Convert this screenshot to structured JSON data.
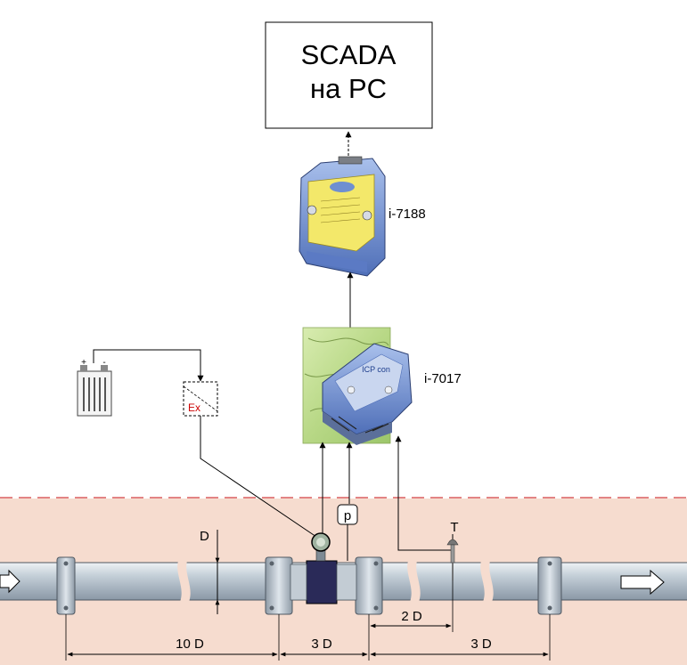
{
  "scada": {
    "line1": "SCADA",
    "line2": "на PC"
  },
  "devices": {
    "i7188": "i-7188",
    "i7017": "i-7017"
  },
  "device_brand": "ICP con",
  "battery": {
    "plus": "+",
    "minus": "-"
  },
  "barrier": {
    "label": "Ex"
  },
  "pressure_sensor": {
    "label": "p"
  },
  "temperature_sensor": {
    "label": "T"
  },
  "dimensions": {
    "diameter": "D",
    "upstream": "10 D",
    "meter_to_flange": "3 D",
    "to_temp": "2 D",
    "downstream": "3 D"
  },
  "colors": {
    "ground": "#f6dccf",
    "pipe": "#c9d4dc",
    "module": "#6f8fd0",
    "label_yellow": "#f3e86a",
    "ex_red": "#cc0000"
  }
}
